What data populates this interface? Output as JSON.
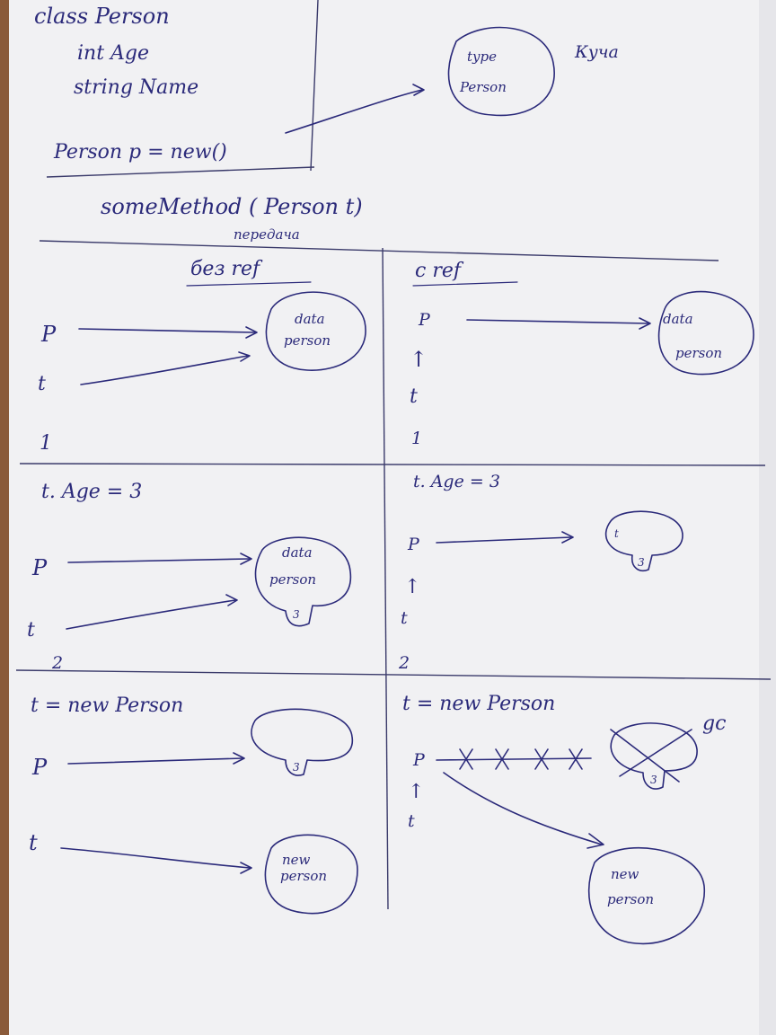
{
  "code": {
    "line1": "class Person",
    "line2": "int Age",
    "line3": "string Name",
    "line4": "Person p = new()"
  },
  "heap_top": {
    "line1": "type",
    "line2": "Person",
    "side_note": "Куча"
  },
  "method": {
    "signature": "someMethod ( Person t)",
    "note": "передача"
  },
  "columns": {
    "left": "без ref",
    "right": "с ref"
  },
  "labels": {
    "p": "P",
    "t": "t",
    "up": "↑",
    "step1": "1",
    "step2": "2",
    "assign_age": "t. Age = 3",
    "assign_new": "t = new Person",
    "value3": "3",
    "gc": "gc"
  },
  "blobs": {
    "data1": "data",
    "data2": "person",
    "new1": "new",
    "new2": "person"
  },
  "colors": {
    "ink": "#2b2a7a",
    "paper": "#f1f1f3",
    "table": "#8a5a3a"
  }
}
